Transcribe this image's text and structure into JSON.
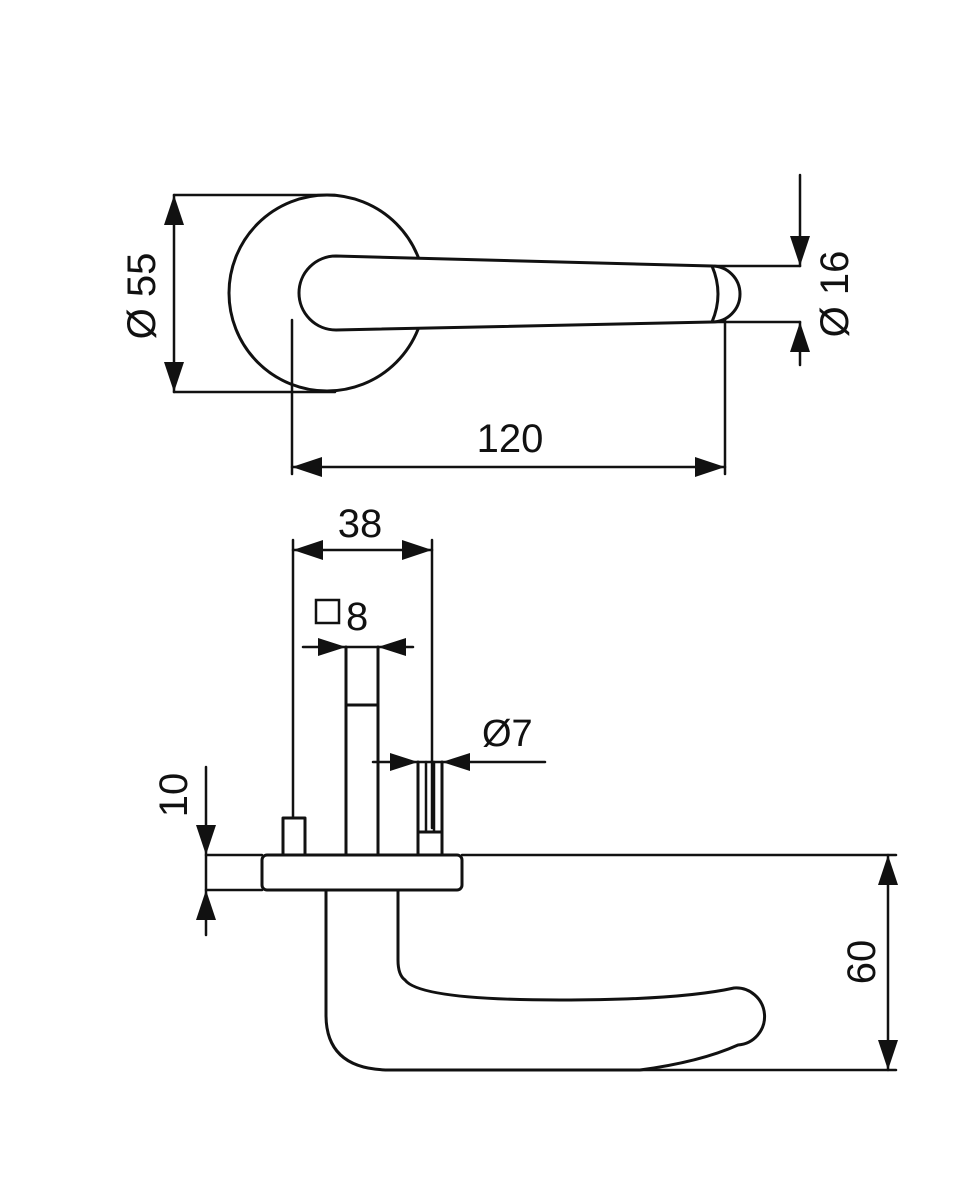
{
  "dimensions": {
    "rose_diameter": "Ø 55",
    "lever_diameter": "Ø 16",
    "lever_length": "120",
    "rose_depth": "38",
    "spindle_square": "8",
    "screw_diameter": "Ø7",
    "rose_thickness": "10",
    "lever_drop": "60"
  },
  "colors": {
    "line": "#111111",
    "background": "#ffffff"
  }
}
